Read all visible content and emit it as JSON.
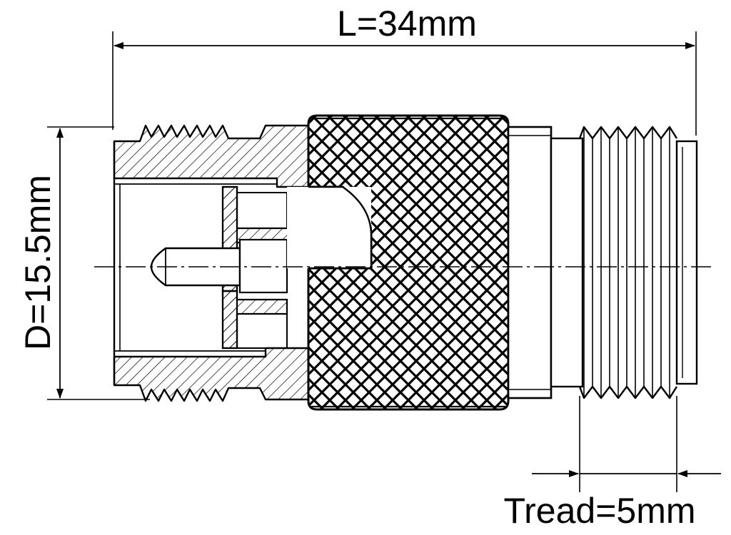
{
  "dimensions": {
    "length_label": "L=34mm",
    "diameter_label": "D=15.5mm",
    "thread_label": "Tread=5mm"
  },
  "colors": {
    "ink": "#000000",
    "background": "#ffffff"
  }
}
